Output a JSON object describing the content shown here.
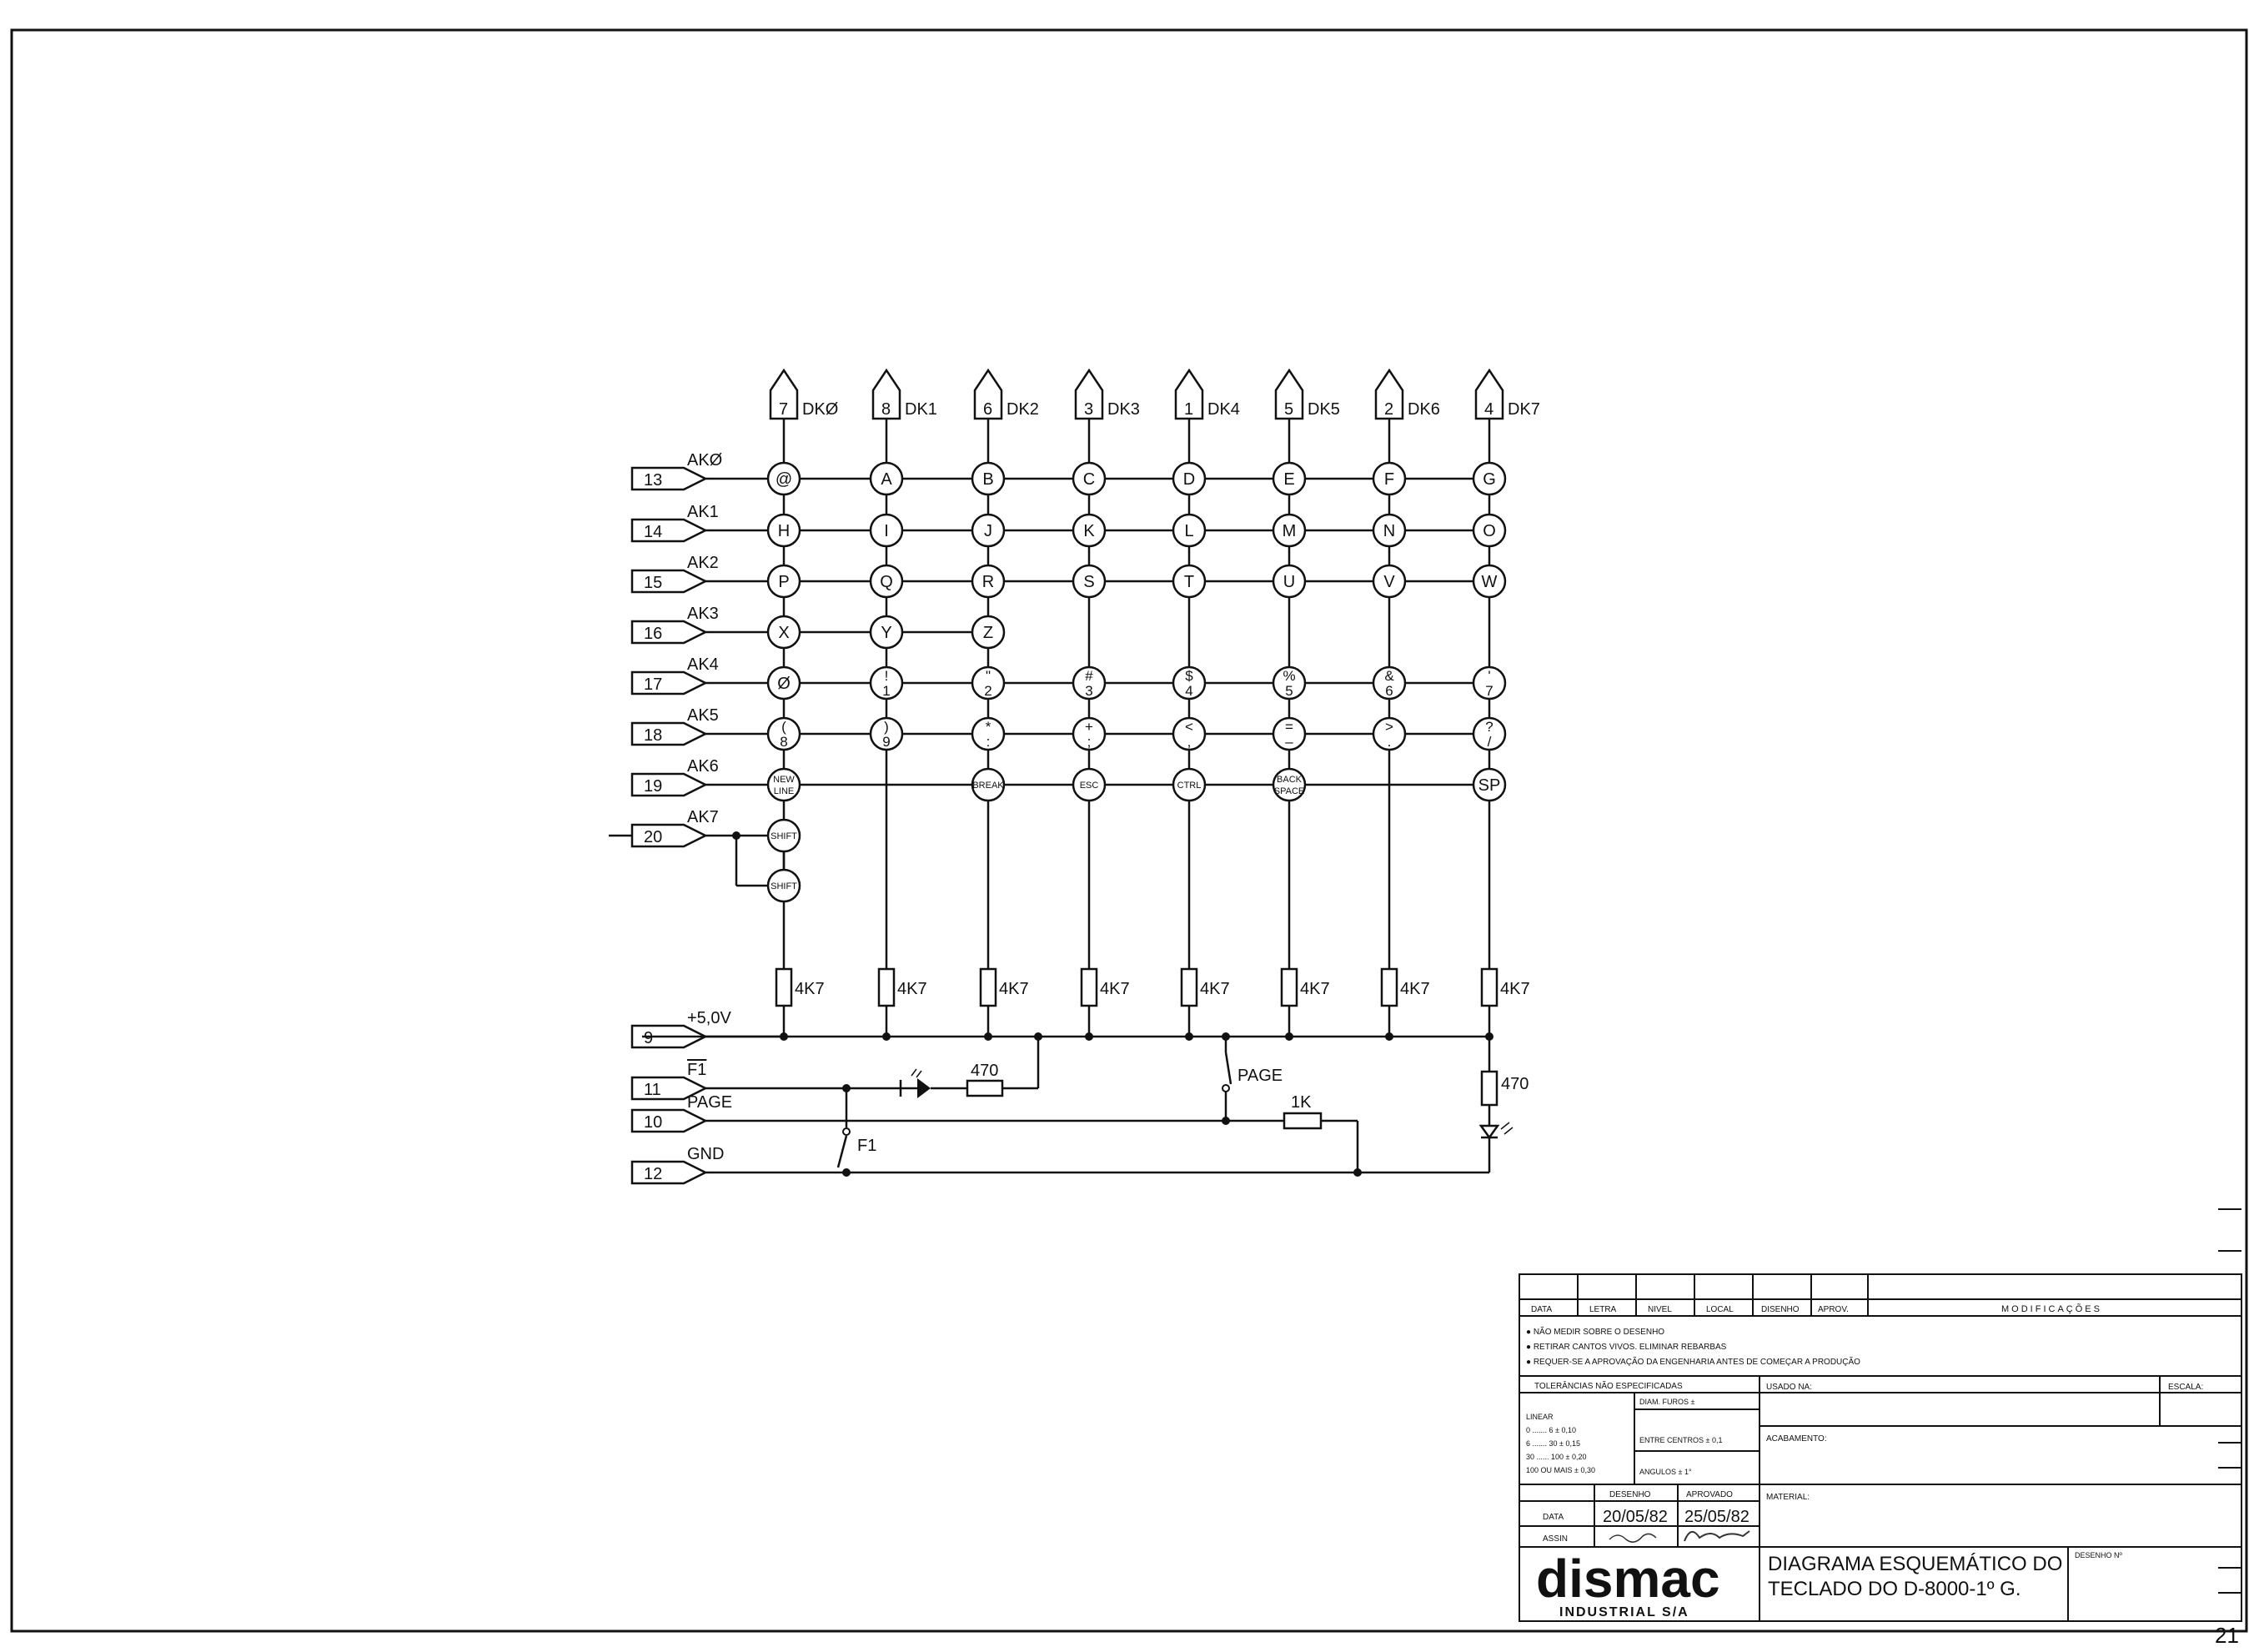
{
  "columns": [
    {
      "pin": "7",
      "label": "DKØ"
    },
    {
      "pin": "8",
      "label": "DK1"
    },
    {
      "pin": "6",
      "label": "DK2"
    },
    {
      "pin": "3",
      "label": "DK3"
    },
    {
      "pin": "1",
      "label": "DK4"
    },
    {
      "pin": "5",
      "label": "DK5"
    },
    {
      "pin": "2",
      "label": "DK6"
    },
    {
      "pin": "4",
      "label": "DK7"
    }
  ],
  "rows": [
    {
      "pin": "13",
      "label": "AKØ"
    },
    {
      "pin": "14",
      "label": "AK1"
    },
    {
      "pin": "15",
      "label": "AK2"
    },
    {
      "pin": "16",
      "label": "AK3"
    },
    {
      "pin": "17",
      "label": "AK4"
    },
    {
      "pin": "18",
      "label": "AK5"
    },
    {
      "pin": "19",
      "label": "AK6"
    },
    {
      "pin": "20",
      "label": "AK7"
    }
  ],
  "keys": [
    [
      [
        "@"
      ],
      [
        "A"
      ],
      [
        "B"
      ],
      [
        "C"
      ],
      [
        "D"
      ],
      [
        "E"
      ],
      [
        "F"
      ],
      [
        "G"
      ]
    ],
    [
      [
        "H"
      ],
      [
        "I"
      ],
      [
        "J"
      ],
      [
        "K"
      ],
      [
        "L"
      ],
      [
        "M"
      ],
      [
        "N"
      ],
      [
        "O"
      ]
    ],
    [
      [
        "P"
      ],
      [
        "Q"
      ],
      [
        "R"
      ],
      [
        "S"
      ],
      [
        "T"
      ],
      [
        "U"
      ],
      [
        "V"
      ],
      [
        "W"
      ]
    ],
    [
      [
        "X"
      ],
      [
        "Y"
      ],
      [
        "Z"
      ],
      null,
      null,
      null,
      null,
      null
    ],
    [
      [
        "Ø"
      ],
      [
        "!",
        "1"
      ],
      [
        "\"",
        "2"
      ],
      [
        "#",
        "3"
      ],
      [
        "$",
        "4"
      ],
      [
        "%",
        "5"
      ],
      [
        "&",
        "6"
      ],
      [
        "'",
        "7"
      ]
    ],
    [
      [
        "(",
        "8"
      ],
      [
        ")",
        "9"
      ],
      [
        "*",
        ":"
      ],
      [
        "+",
        ";"
      ],
      [
        "<",
        ","
      ],
      [
        "=",
        "–"
      ],
      [
        ">",
        "."
      ],
      [
        "?",
        "/"
      ]
    ],
    [
      [
        "NEW",
        "LINE"
      ],
      null,
      [
        "BREAK"
      ],
      [
        "ESC"
      ],
      [
        "CTRL"
      ],
      [
        "BACK",
        "SPACE"
      ],
      null,
      [
        "SP"
      ]
    ]
  ],
  "shift_keys": [
    "SHIFT",
    "SHIFT"
  ],
  "resistor_label": "4K7",
  "power": [
    {
      "pin": "9",
      "label": "+5,0V"
    },
    {
      "pin": "11",
      "label": "F1",
      "overline": true
    },
    {
      "pin": "10",
      "label": "PAGE"
    },
    {
      "pin": "12",
      "label": "GND"
    }
  ],
  "components": {
    "r_led_left": "470",
    "r_led_right": "470",
    "r_page": "1K",
    "switch_page": "PAGE",
    "switch_f1": "F1"
  },
  "title_block": {
    "rev_headers": [
      "DATA",
      "LETRA",
      "NIVEL",
      "LOCAL",
      "DISENHO",
      "APROV."
    ],
    "modifications": "MODIFICAÇÕES",
    "notes": [
      "● NÃO MEDIR SOBRE O DESENHO",
      "● RETIRAR CANTOS VIVOS. ELIMINAR REBARBAS",
      "● REQUER-SE A APROVAÇÃO DA ENGENHARIA ANTES DE COMEÇAR A PRODUÇÃO"
    ],
    "tolerances_title": "TOLERÂNCIAS NÃO ESPECIFICADAS",
    "tolerances": [
      "LINEAR",
      "0 ....... 6 ± 0,10",
      "6 ....... 30 ± 0,15",
      "30 ...... 100 ± 0,20",
      "100 OU MAIS ± 0,30"
    ],
    "diam_furos": "DIAM. FUROS ±",
    "entre_centros": "ENTRE CENTROS ± 0,1",
    "angulos": "ANGULOS ± 1°",
    "usado_na": "USADO NA:",
    "escala": "ESCALA:",
    "acabamento": "ACABAMENTO:",
    "material": "MATERIAL:",
    "desenho_hdr": "DESENHO",
    "aprovado_hdr": "APROVADO",
    "data_lbl": "DATA",
    "assin_lbl": "ASSIN",
    "date_drawn": "20/05/82",
    "date_approved": "25/05/82",
    "title_line1": "DIAGRAMA ESQUEMÁTICO DO",
    "title_line2": "TECLADO DO D-8000-1º G.",
    "desenho_no": "DESENHO Nº",
    "company": "dismac",
    "company_sub": "INDUSTRIAL   S/A"
  },
  "page_number": "21"
}
